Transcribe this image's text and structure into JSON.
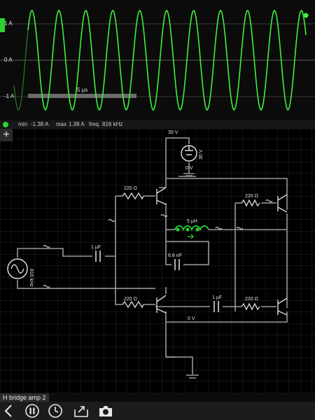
{
  "scope": {
    "y_ticks": [
      "1 A",
      "0 A",
      "-1 A"
    ],
    "time_label": "5 µs",
    "trace_color": "#3cf03c"
  },
  "status": {
    "min_label": "min",
    "min_value": "-1.38 A",
    "max_label": "max",
    "max_value": "1.38 A",
    "freq_label": "freq.",
    "freq_value": "816 kHz"
  },
  "toolbar": {
    "add_label": "+",
    "circuit_name": "H bridge amp 2",
    "icons": [
      "back-icon",
      "pause-icon",
      "clock-icon",
      "export-icon",
      "camera-icon"
    ]
  },
  "circuit": {
    "voltage_top": "30 V",
    "source_v_label": "30 V",
    "ground_label": "0 V",
    "r_top_left": "220 Ω",
    "r_top_right": "220 Ω",
    "r_bot_left": "220 Ω",
    "r_bot_right": "220 Ω",
    "inductor": "5 µH",
    "cap_mid": "6.8 nF",
    "cap_left": "1 µF",
    "cap_right": "1 µF",
    "mid_node": "0 V",
    "ac_source": "816 kHz"
  },
  "colors": {
    "accent": "#2bd431",
    "wire": "#9a9a9a",
    "grid": "#3a3a3a"
  }
}
